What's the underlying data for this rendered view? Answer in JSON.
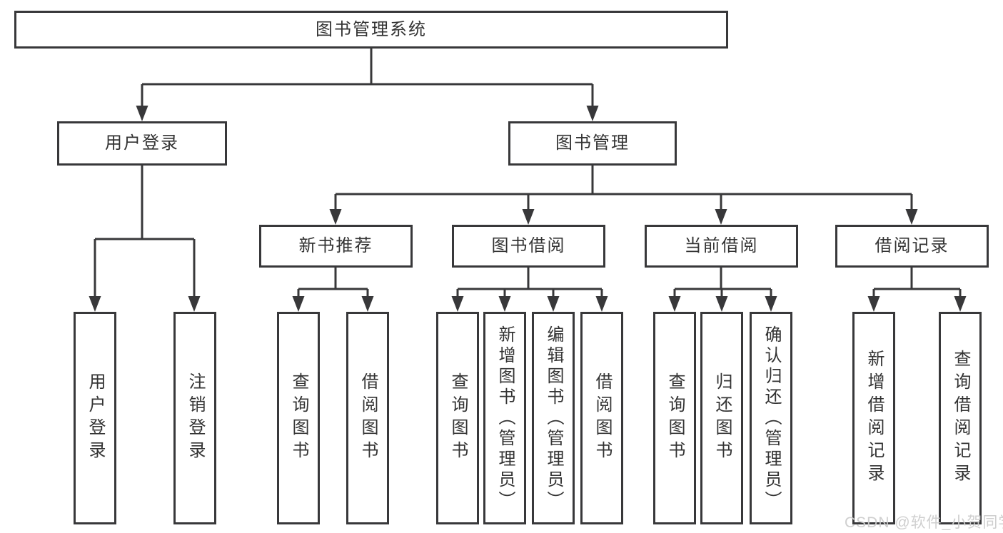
{
  "diagram": {
    "root": {
      "label": "图书管理系统"
    },
    "branches": [
      {
        "label": "用户登录",
        "children": [
          {
            "label": "用户登录"
          },
          {
            "label": "注销登录"
          }
        ]
      },
      {
        "label": "图书管理",
        "children": [
          {
            "label": "新书推荐",
            "children": [
              {
                "label": "查询图书"
              },
              {
                "label": "借阅图书"
              }
            ]
          },
          {
            "label": "图书借阅",
            "children": [
              {
                "label": "查询图书"
              },
              {
                "label": "新增图书（管理员）"
              },
              {
                "label": "编辑图书（管理员）"
              },
              {
                "label": "借阅图书"
              }
            ]
          },
          {
            "label": "当前借阅",
            "children": [
              {
                "label": "查询图书"
              },
              {
                "label": "归还图书"
              },
              {
                "label": "确认归还（管理员）"
              }
            ]
          },
          {
            "label": "借阅记录",
            "children": [
              {
                "label": "新增借阅记录"
              },
              {
                "label": "查询借阅记录"
              }
            ]
          }
        ]
      }
    ]
  },
  "watermark": {
    "text": "CSDN @软件_小贺同学"
  },
  "colors": {
    "box_border": "#38383a",
    "text": "#333333",
    "connector": "#38383a",
    "watermark": "#cccccc",
    "background": "#ffffff"
  }
}
